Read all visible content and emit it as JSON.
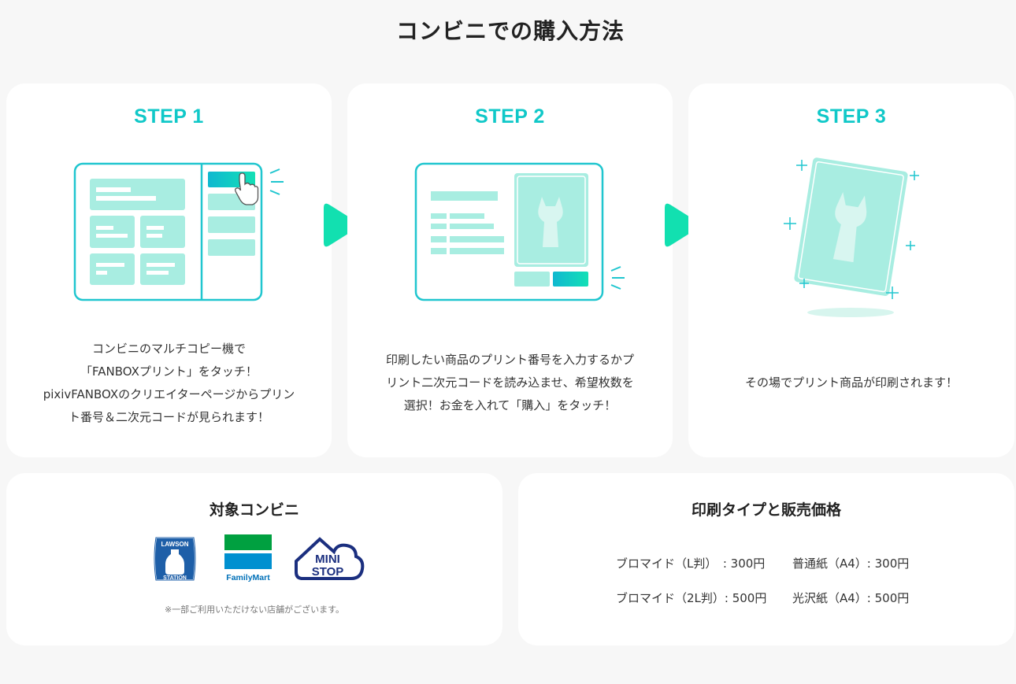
{
  "page": {
    "title": "コンビニでの購入方法"
  },
  "steps": [
    {
      "title": "STEP 1",
      "lines": [
        "コンビニのマルチコピー機で",
        "「FANBOXプリント」をタッチ！",
        "pixivFANBOXのクリエイターページからプリン",
        "ト番号＆二次元コードが見られます！"
      ]
    },
    {
      "title": "STEP 2",
      "lines": [
        "印刷したい商品のプリント番号を入力するかプ",
        "リント二次元コードを読み込ませ、希望枚数を",
        "選択！お金を入れて「購入」をタッチ！"
      ]
    },
    {
      "title": "STEP 3",
      "lines": [
        "その場でプリント商品が印刷されます！"
      ]
    }
  ],
  "stores": {
    "title": "対象コンビニ",
    "logos": {
      "lawson_top": "LAWSON",
      "lawson_bottom": "STATION",
      "familymart": "FamilyMart",
      "ministop_1": "MINI",
      "ministop_2": "STOP"
    },
    "note": "※一部ご利用いただけない店舗がございます。"
  },
  "pricing": {
    "title": "印刷タイプと販売価格",
    "rows": [
      [
        "ブロマイド（L判）　: 300円",
        "普通紙（A4）: 300円"
      ],
      [
        "ブロマイド（2L判）: 500円",
        "光沢紙（A4）: 500円"
      ]
    ]
  },
  "colors": {
    "accent": "#10c8c8",
    "arrow": "#12e0b0",
    "mint": "#a8ede1",
    "lawson_blue": "#1e5fa8",
    "familymart_green": "#00a040",
    "familymart_blue": "#0090d0",
    "ministop_navy": "#1b2f7f"
  }
}
